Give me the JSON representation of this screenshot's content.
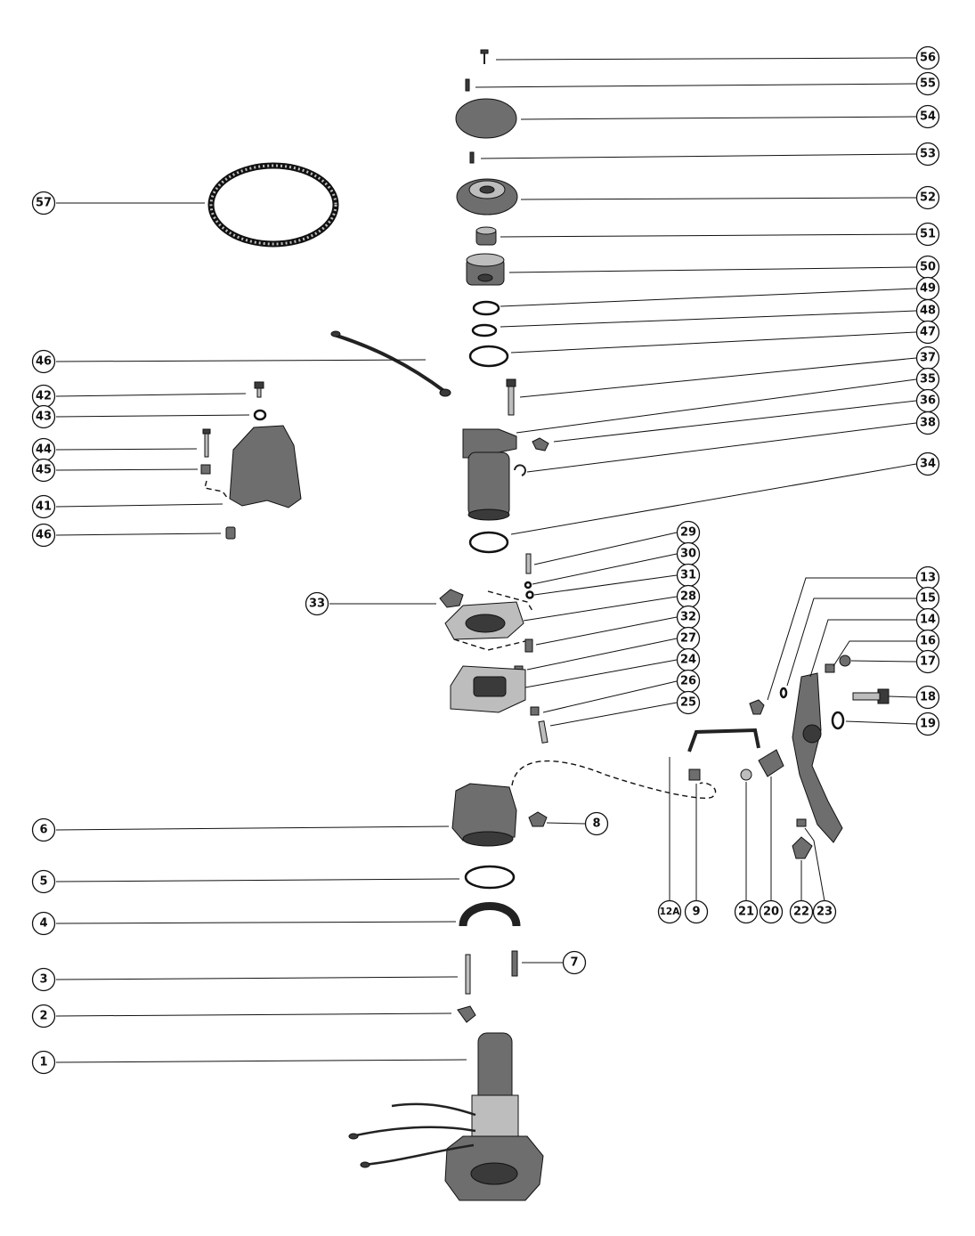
{
  "callouts": {
    "56": "56",
    "55": "55",
    "54": "54",
    "53": "53",
    "52": "52",
    "51": "51",
    "50": "50",
    "49": "49",
    "48": "48",
    "47": "47",
    "37": "37",
    "35": "35",
    "36": "36",
    "38": "38",
    "34": "34",
    "57": "57",
    "46a": "46",
    "42": "42",
    "43": "43",
    "44": "44",
    "45": "45",
    "41": "41",
    "46b": "46",
    "29": "29",
    "30": "30",
    "31": "31",
    "33": "33",
    "28": "28",
    "32": "32",
    "27": "27",
    "24": "24",
    "26": "26",
    "25": "25",
    "13": "13",
    "15": "15",
    "14": "14",
    "16": "16",
    "17": "17",
    "18": "18",
    "19": "19",
    "6": "6",
    "8": "8",
    "5": "5",
    "4": "4",
    "3": "3",
    "7": "7",
    "2": "2",
    "1": "1",
    "12A": "12A",
    "9": "9",
    "21": "21",
    "20": "20",
    "22": "22",
    "23": "23"
  },
  "colors": {
    "ink": "#111111",
    "background": "#ffffff",
    "part_fill": "#6e6e6e"
  }
}
